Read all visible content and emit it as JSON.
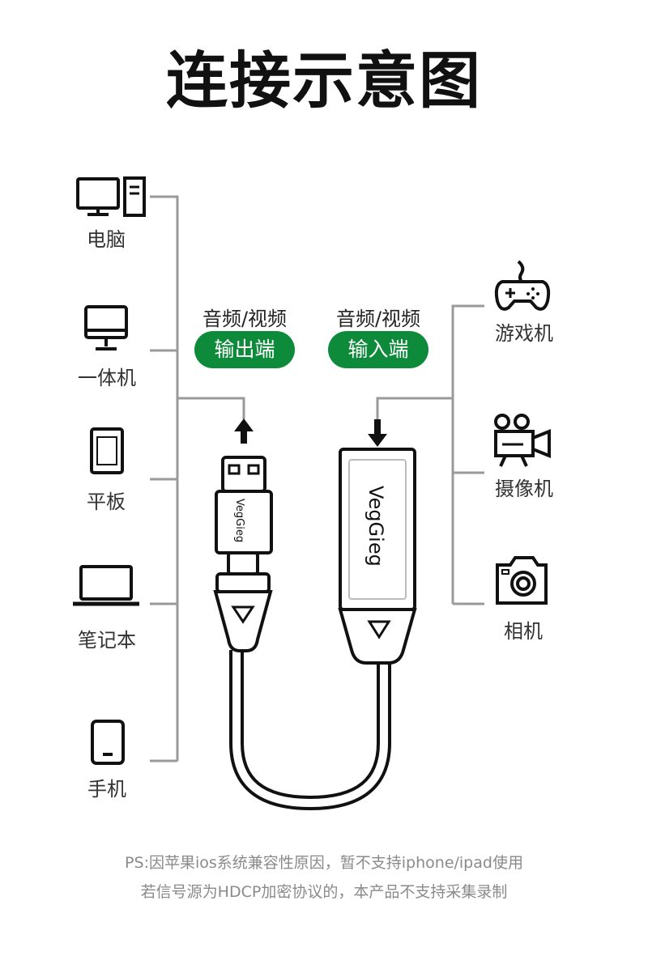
{
  "title": "连接示意图",
  "sources": [
    {
      "label": "电脑",
      "icon": "desktop-computer-icon"
    },
    {
      "label": "一体机",
      "icon": "all-in-one-pc-icon"
    },
    {
      "label": "平板",
      "icon": "tablet-icon"
    },
    {
      "label": "笔记本",
      "icon": "laptop-icon"
    },
    {
      "label": "手机",
      "icon": "phone-icon"
    }
  ],
  "devices": [
    {
      "label": "游戏机",
      "icon": "gamepad-icon"
    },
    {
      "label": "摄像机",
      "icon": "video-camera-icon"
    },
    {
      "label": "相机",
      "icon": "camera-icon"
    }
  ],
  "output_end": {
    "caption": "音频/视频",
    "badge": "输出端"
  },
  "input_end": {
    "caption": "音频/视频",
    "badge": "输入端"
  },
  "brand": "VegGieg",
  "notes": [
    "PS:因苹果ios系统兼容性原因，暂不支持iphone/ipad使用",
    "若信号源为HDCP加密协议的，本产品不支持采集录制"
  ],
  "colors": {
    "accent_green": "#0d8a3a",
    "line_gray": "#9a9a9a",
    "icon_black": "#111111"
  }
}
